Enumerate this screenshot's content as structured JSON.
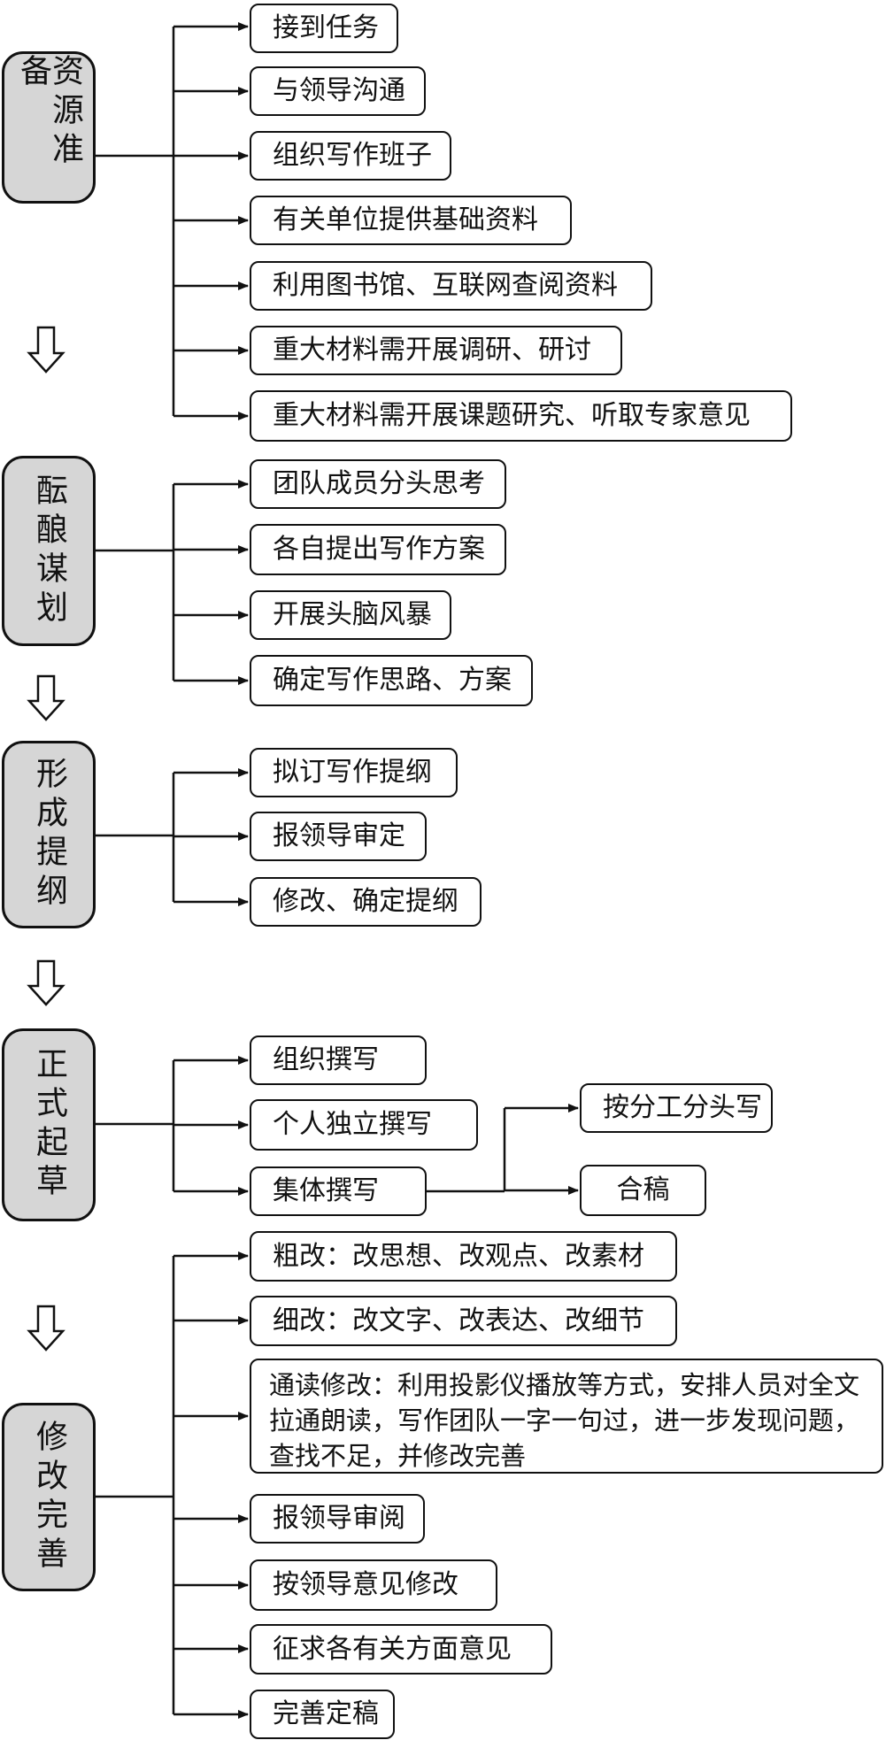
{
  "stages": [
    {
      "label": "资源准备",
      "steps": [
        "接到任务",
        "与领导沟通",
        "组织写作班子",
        "有关单位提供基础资料",
        "利用图书馆、互联网查阅资料",
        "重大材料需开展调研、研讨",
        "重大材料需开展课题研究、听取专家意见"
      ]
    },
    {
      "label": "酝酿谋划",
      "steps": [
        "团队成员分头思考",
        "各自提出写作方案",
        "开展头脑风暴",
        "确定写作思路、方案"
      ]
    },
    {
      "label": "形成提纲",
      "steps": [
        "拟订写作提纲",
        "报领导审定",
        "修改、确定提纲"
      ]
    },
    {
      "label": "正式起草",
      "steps": [
        "组织撰写",
        "个人独立撰写",
        "集体撰写"
      ],
      "sub_steps": [
        "按分工分头写",
        "合稿"
      ]
    },
    {
      "label": "修改完善",
      "steps": [
        "粗改：改思想、改观点、改素材",
        "细改：改文字、改表达、改细节",
        "通读修改：利用投影仪播放等方式，安排人员对全文拉通朗读，写作团队一字一句过，进一步发现问题，查找不足，并修改完善",
        "报领导审阅",
        "按领导意见修改",
        "征求各有关方面意见",
        "完善定稿"
      ]
    }
  ]
}
